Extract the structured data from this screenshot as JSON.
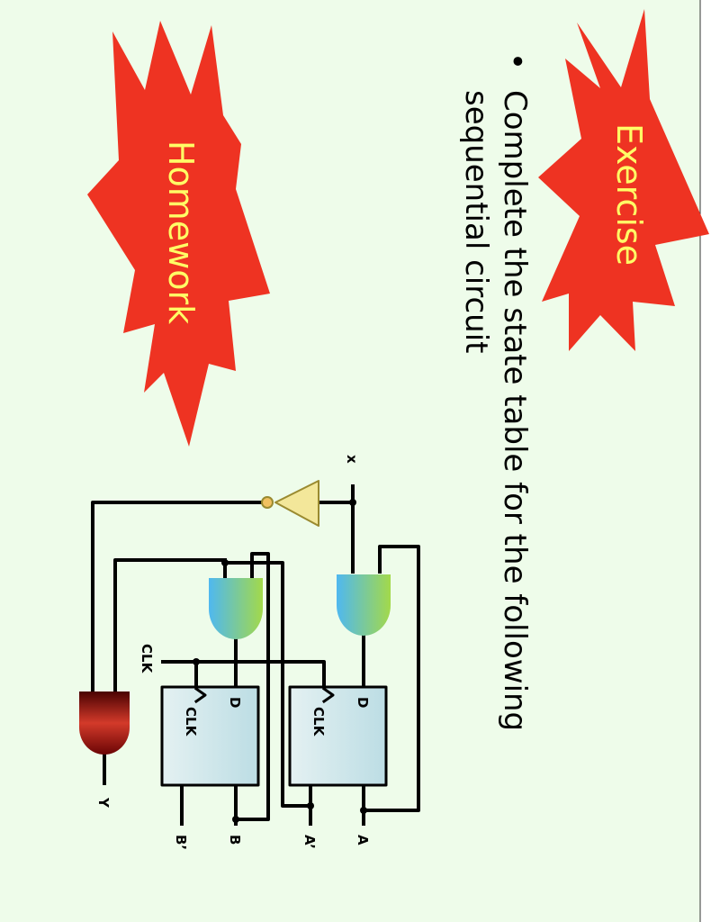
{
  "bullet": {
    "marker": "•",
    "line1": "Complete the state table for the following",
    "line2": "sequential circuit"
  },
  "badges": {
    "exercise": "Exercise",
    "homework": "Homework"
  },
  "circuit": {
    "input_x": "x",
    "ff_top_d": "D",
    "ff_top_clk": "CLK",
    "ff_bot_d": "D",
    "ff_bot_clk": "CLK",
    "clock_label": "CLK",
    "out_a": "A",
    "out_a_prime": "A’",
    "out_b": "B",
    "out_b_prime": "B’",
    "output_y": "Y"
  },
  "colors": {
    "slide_background": "#eefcea",
    "burst_fill": "#ee3322",
    "burst_text": "#ffff66",
    "wire": "#000000",
    "inverter_fill": "#f3e79a",
    "and_gate_gradient": [
      "#4fb8f0",
      "#a3d94a"
    ],
    "output_gate_fill": "#8a1010",
    "flipflop_fill": "#cfe5ea"
  }
}
